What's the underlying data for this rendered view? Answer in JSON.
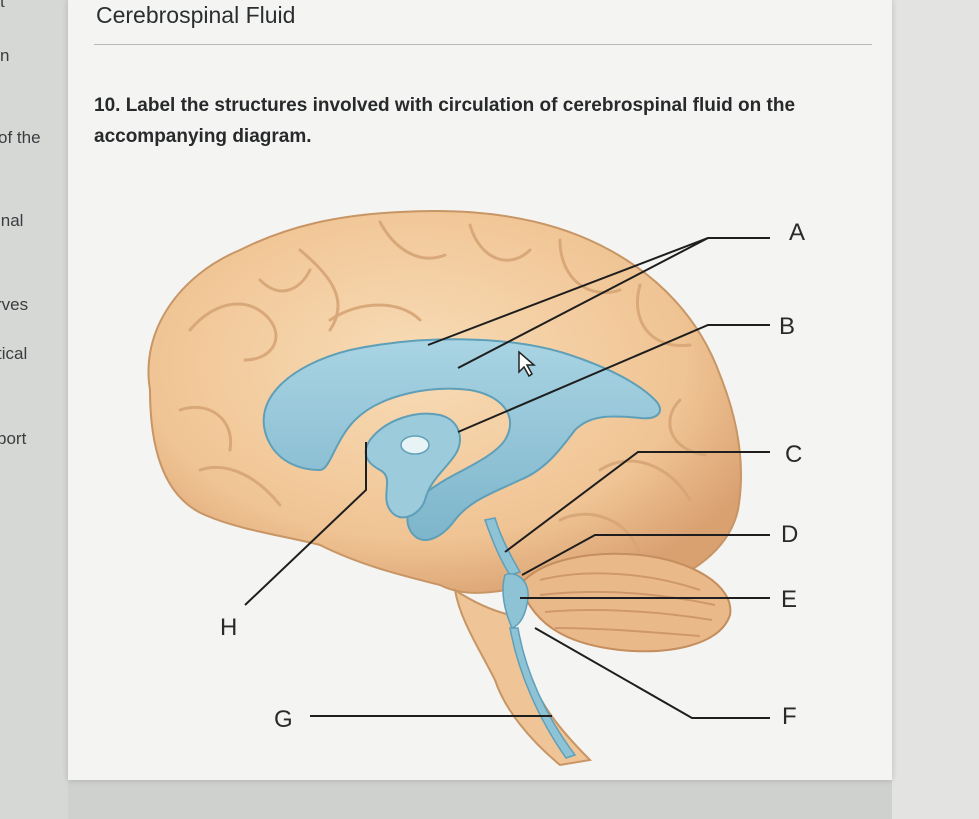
{
  "sidebar": {
    "items": [
      {
        "label": "t"
      },
      {
        "label": "n"
      },
      {
        "label": "of the"
      },
      {
        "label": "inal"
      },
      {
        "label": "rves"
      },
      {
        "label": "tical"
      },
      {
        "label": "port"
      }
    ]
  },
  "page": {
    "title": "Cerebrospinal Fluid",
    "question": "10. Label the structures involved with circulation of cerebrospinal fluid on the accompanying diagram."
  },
  "diagram": {
    "labels": [
      "A",
      "B",
      "C",
      "D",
      "E",
      "F",
      "G",
      "H"
    ]
  },
  "colors": {
    "brain": "#f2c99a",
    "brain_shadow": "#d9a473",
    "ventricle": "#8ec3d6",
    "ventricle_edge": "#5f9fb8",
    "cerebellum": "#e9b88a",
    "leader_line": "#1e1e1e"
  }
}
